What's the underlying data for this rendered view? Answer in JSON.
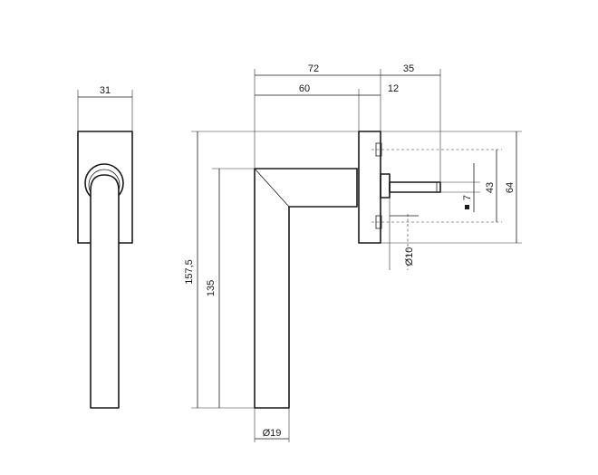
{
  "dimensions": {
    "front_width": "31",
    "total_length": "72",
    "spindle_projection": "35",
    "handle_arm_length": "60",
    "rose_thickness": "12",
    "total_height": "157,5",
    "lever_length": "135",
    "lever_diameter": "Ø19",
    "screw_spacing": "43",
    "rose_height": "64",
    "spindle_square": "7",
    "spindle_collar_diameter": "Ø10"
  }
}
